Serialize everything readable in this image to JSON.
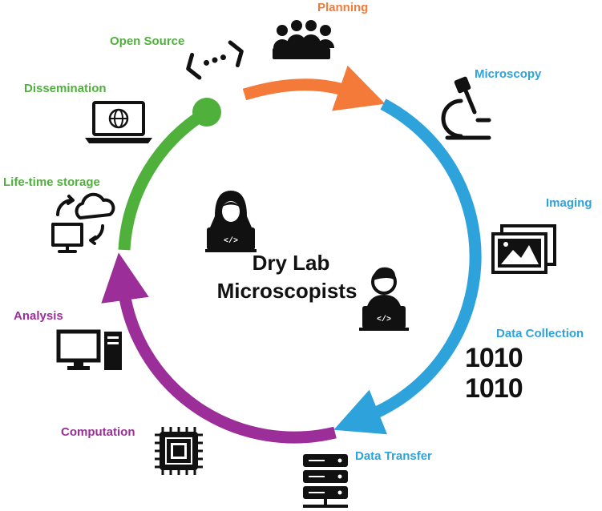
{
  "center": {
    "line1": "Dry Lab",
    "line2": "Microscopists"
  },
  "colors": {
    "planning": "#F47A3A",
    "wetlab": "#2EA3DB",
    "analysis": "#9C2E9A",
    "storage": "#4FB03C",
    "icon": "#111111"
  },
  "stages": {
    "planning": {
      "label": "Planning",
      "icon": "team-icon"
    },
    "microscopy": {
      "label": "Microscopy",
      "icon": "microscope-icon"
    },
    "imaging": {
      "label": "Imaging",
      "icon": "images-icon"
    },
    "data_collection": {
      "label": "Data Collection",
      "icon": "binary-icon",
      "glyph_line1": "1010",
      "glyph_line2": "1010"
    },
    "data_transfer": {
      "label": "Data Transfer",
      "icon": "server-icon"
    },
    "computation": {
      "label": "Computation",
      "icon": "chip-icon"
    },
    "analysis": {
      "label": "Analysis",
      "icon": "desktop-computer-icon"
    },
    "lifetime_storage": {
      "label": "Life-time storage",
      "icon": "cloud-sync-icon"
    },
    "dissemination": {
      "label": "Dissemination",
      "icon": "laptop-globe-icon"
    },
    "open_source": {
      "label": "Open Source",
      "icon": "code-brackets-icon"
    }
  }
}
